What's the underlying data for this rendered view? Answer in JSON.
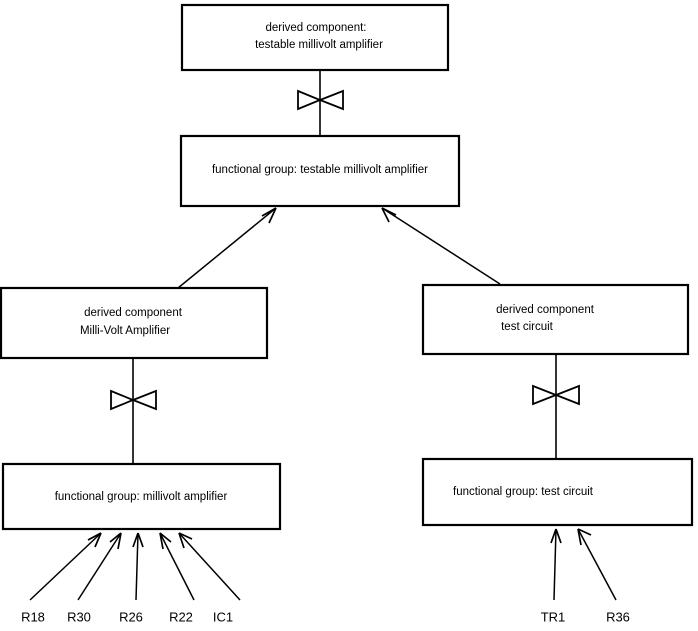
{
  "diagram": {
    "type": "component-decomposition-tree",
    "background_color": "#ffffff",
    "line_color": "#000000",
    "nodes": {
      "derived_testable_amp": {
        "line1": "derived component:",
        "line2": "testable millivolt amplifier"
      },
      "fg_testable_amp": {
        "line1": "functional group: testable millivolt amplifier"
      },
      "derived_mv_amp": {
        "line1": "derived component",
        "line2": "Milli-Volt Amplifier"
      },
      "derived_test_circuit": {
        "line1": "derived component",
        "line2": "test circuit"
      },
      "fg_mv_amp": {
        "line1": "functional group: millivolt amplifier"
      },
      "fg_test_circuit": {
        "line1": "functional group: test circuit"
      }
    },
    "leaf_labels_left": [
      {
        "id": "leaf-r18",
        "text": "R18"
      },
      {
        "id": "leaf-r30",
        "text": "R30"
      },
      {
        "id": "leaf-r26",
        "text": "R26"
      },
      {
        "id": "leaf-r22",
        "text": "R22"
      },
      {
        "id": "leaf-ic1",
        "text": "IC1"
      }
    ],
    "leaf_labels_right": [
      {
        "id": "leaf-tr1",
        "text": "TR1"
      },
      {
        "id": "leaf-r36",
        "text": "R36"
      }
    ],
    "connector_symbols": [
      {
        "id": "bowtie-top",
        "name": "bowtie-connector"
      },
      {
        "id": "bowtie-left",
        "name": "bowtie-connector"
      },
      {
        "id": "bowtie-right",
        "name": "bowtie-connector"
      }
    ]
  }
}
